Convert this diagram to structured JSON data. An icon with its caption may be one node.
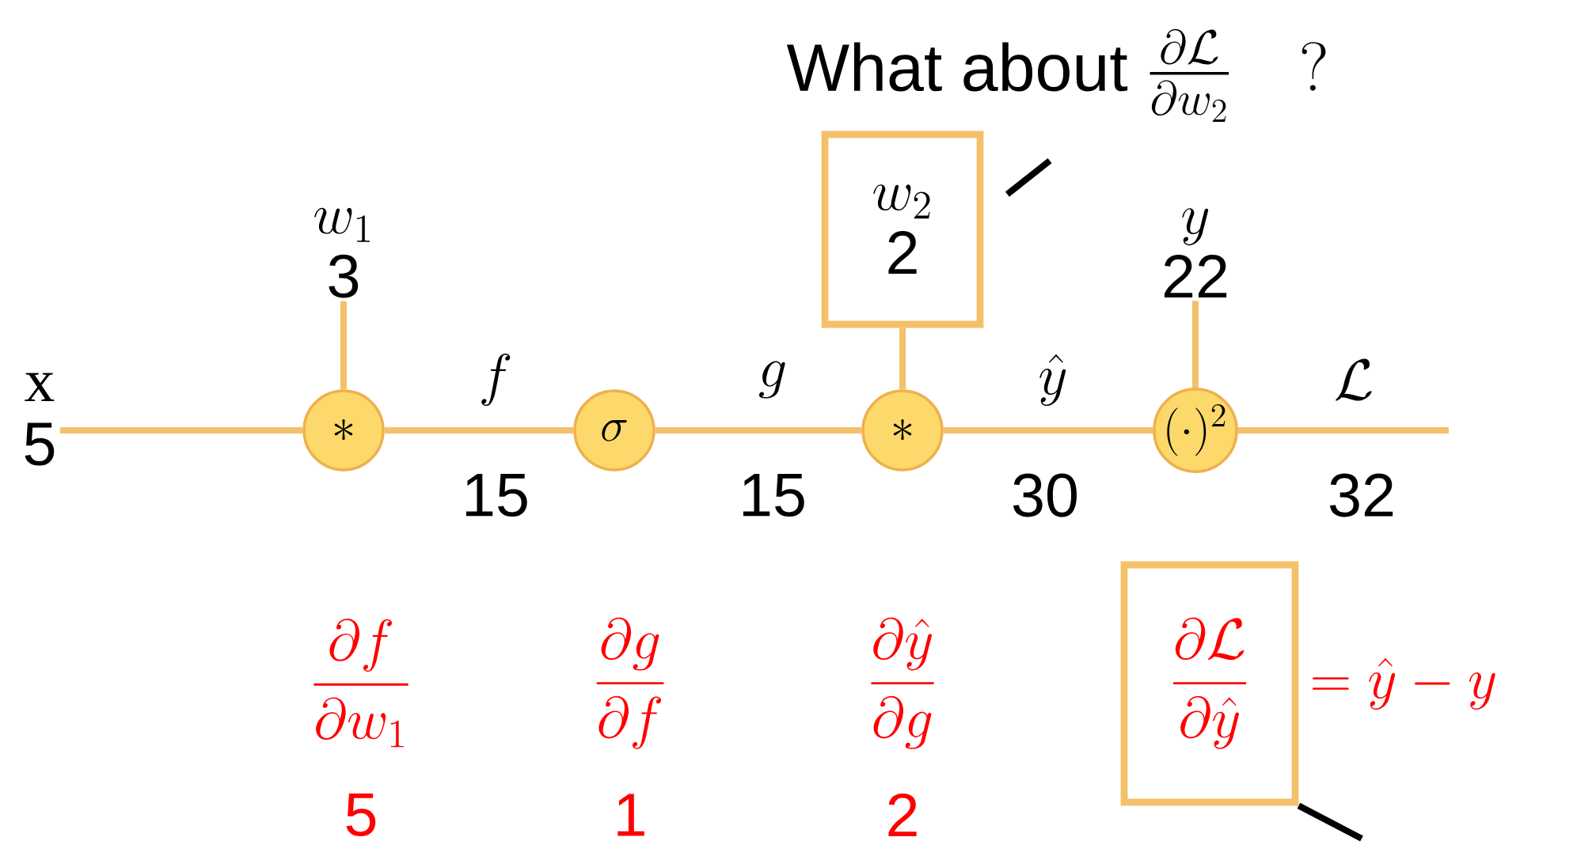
{
  "diagram": {
    "nodes": [
      {
        "text": [
          "x",
          "5"
        ]
      },
      {
        "text": [
          "w_1",
          "3"
        ]
      },
      {
        "text": [
          "*"
        ]
      },
      {
        "text": [
          "\\sigma"
        ]
      },
      {
        "text": [
          "w_2",
          "2"
        ]
      },
      {
        "text": [
          "*"
        ]
      },
      {
        "text": [
          "y",
          "22"
        ]
      },
      {
        "text": [
          "(\\cdot)^2"
        ]
      },
      {
        "text": [
          "\\frac{\\partial\\mathcal{L}}{\\partial\\hat{y}}"
        ],
        "beside": [
          "= \\hat{y} - y"
        ]
      },
      {
        "text": [
          "\\text{What about }\\frac{\\partial\\mathcal{L}}{\\partial w_2}\\quad ?"
        ]
      }
    ],
    "edges": [
      {
        "from": 0,
        "to": 2,
        "arrow": "none"
      },
      {
        "from": 1,
        "to": 2,
        "arrow": "none"
      },
      {
        "from": 2,
        "to": 3,
        "arrow": "none",
        "label": "f"
      },
      {
        "from": 3,
        "to": 5,
        "arrow": "none",
        "label": "g"
      },
      {
        "from": 4,
        "to": 5,
        "arrow": "none"
      },
      {
        "from": 5,
        "to": 7,
        "arrow": "none",
        "label": "\\hat{y}"
      },
      {
        "from": 6,
        "to": 7,
        "arrow": "none"
      },
      {
        "from": 7,
        "to": null,
        "arrow": "none",
        "label": "\\mathcal{L}"
      },
      {
        "from": 9,
        "to": 4,
        "arrow": "none",
        "color": "#000000"
      },
      {
        "from": 8,
        "to": null,
        "arrow": "none",
        "color": "#000000"
      }
    ],
    "labels": [
      "15",
      "15",
      "30",
      "32",
      "\\frac{\\partial f}{\\partial w_1}",
      "5",
      "\\frac{\\partial g}{\\partial f}",
      "1",
      "\\frac{\\partial\\hat{y}}{\\partial g}",
      "2"
    ]
  }
}
